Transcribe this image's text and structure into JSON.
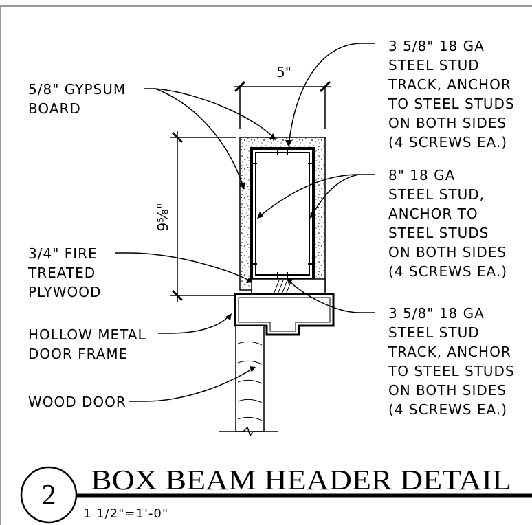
{
  "notes": {
    "top_track": [
      "3 5/8\" 18 GA",
      "STEEL STUD",
      "TRACK, ANCHOR",
      "TO STEEL STUDS",
      "ON BOTH SIDES",
      "(4 SCREWS EA.)"
    ],
    "gypsum": [
      "5/8\" GYPSUM",
      "BOARD"
    ],
    "stud": [
      "8\" 18 GA",
      "STEEL STUD,",
      "ANCHOR TO",
      "STEEL STUDS",
      "ON BOTH SIDES",
      "(4 SCREWS EA.)"
    ],
    "plywood": [
      "3/4\" FIRE",
      "TREATED",
      "PLYWOOD"
    ],
    "bottom_track": [
      "3 5/8\" 18 GA",
      "STEEL STUD",
      "TRACK, ANCHOR",
      "TO STEEL STUDS",
      "ON BOTH SIDES",
      "(4 SCREWS EA.)"
    ],
    "frame": [
      "HOLLOW METAL",
      "DOOR FRAME"
    ],
    "door": [
      "WOOD DOOR"
    ]
  },
  "dimensions": {
    "width": "5\"",
    "height": "9⅝\""
  },
  "title": {
    "number": "2",
    "text": "BOX BEAM HEADER DETAIL",
    "scale": "1 1/2\"=1'-0\""
  }
}
